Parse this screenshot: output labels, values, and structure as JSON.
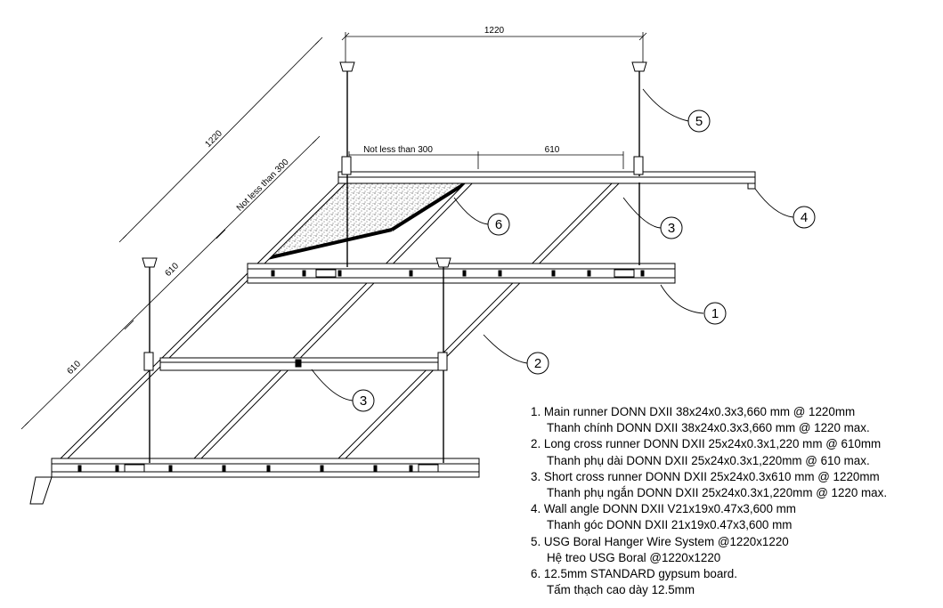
{
  "dimensions": {
    "top_span": "1220",
    "diag_long": "1220",
    "not_less_diag": "Not less than 300",
    "not_less_top": "Not less than 300",
    "span_610_top": "610",
    "span_610_a": "610",
    "span_610_b": "610"
  },
  "callouts": [
    "1",
    "2",
    "3",
    "3",
    "4",
    "5",
    "6"
  ],
  "legend": [
    {
      "en": "1. Main runner DONN DXII 38x24x0.3x3,660 mm @ 1220mm",
      "vi": "Thanh chính DONN DXII 38x24x0.3x3,660 mm @ 1220 max."
    },
    {
      "en": "2. Long cross runner DONN DXII 25x24x0.3x1,220 mm @ 610mm",
      "vi": "Thanh phụ dài DONN DXII 25x24x0.3x1,220mm @ 610 max."
    },
    {
      "en": "3. Short cross runner DONN DXII 25x24x0.3x610 mm @ 1220mm",
      "vi": "Thanh phụ ngắn DONN DXII 25x24x0.3x1,220mm @ 1220 max."
    },
    {
      "en": "4. Wall angle DONN DXII V21x19x0.47x3,600 mm",
      "vi": "Thanh góc DONN DXII 21x19x0.47x3,600 mm"
    },
    {
      "en": "5. USG Boral Hanger Wire System @1220x1220",
      "vi": "Hệ treo USG Boral @1220x1220"
    },
    {
      "en": "6. 12.5mm STANDARD gypsum board.",
      "vi": "Tấm thạch cao dày 12.5mm"
    }
  ]
}
